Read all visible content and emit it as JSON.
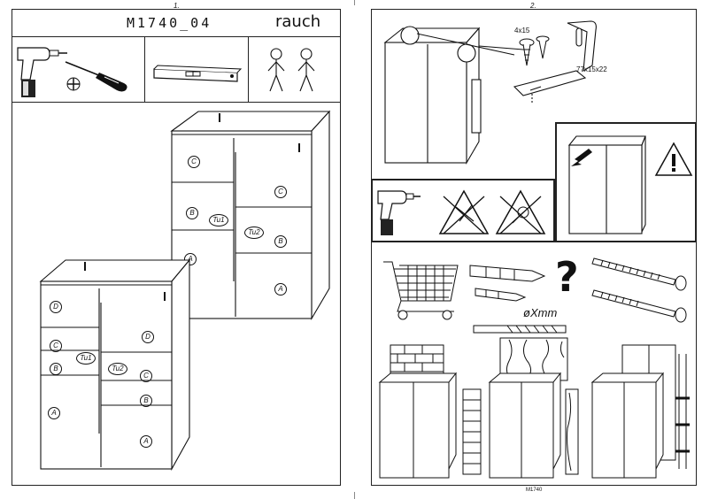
{
  "page1": {
    "page_number": "1.",
    "model_code": "M1740_04",
    "brand": "rauch",
    "tools": [
      "cordless-drill-icon",
      "screwdriver-icon",
      "spirit-level-icon",
      "two-persons-icon"
    ],
    "wardrobe_top": {
      "left_door_labels": [
        "C",
        "B",
        "Tu1",
        "A"
      ],
      "right_door_labels": [
        "C",
        "Tu2",
        "B",
        "A"
      ]
    },
    "wardrobe_bottom": {
      "left_door_labels": [
        "D",
        "C",
        "Tu1",
        "B",
        "A"
      ],
      "right_door_labels": [
        "D",
        "C",
        "Tu2",
        "B",
        "A"
      ]
    }
  },
  "page2": {
    "page_number": "2.",
    "screw_size": "4x15",
    "bracket_size": "77x15x22",
    "drill_diameter": "øXmm",
    "question_mark": "?",
    "footer_code": "M1740"
  }
}
